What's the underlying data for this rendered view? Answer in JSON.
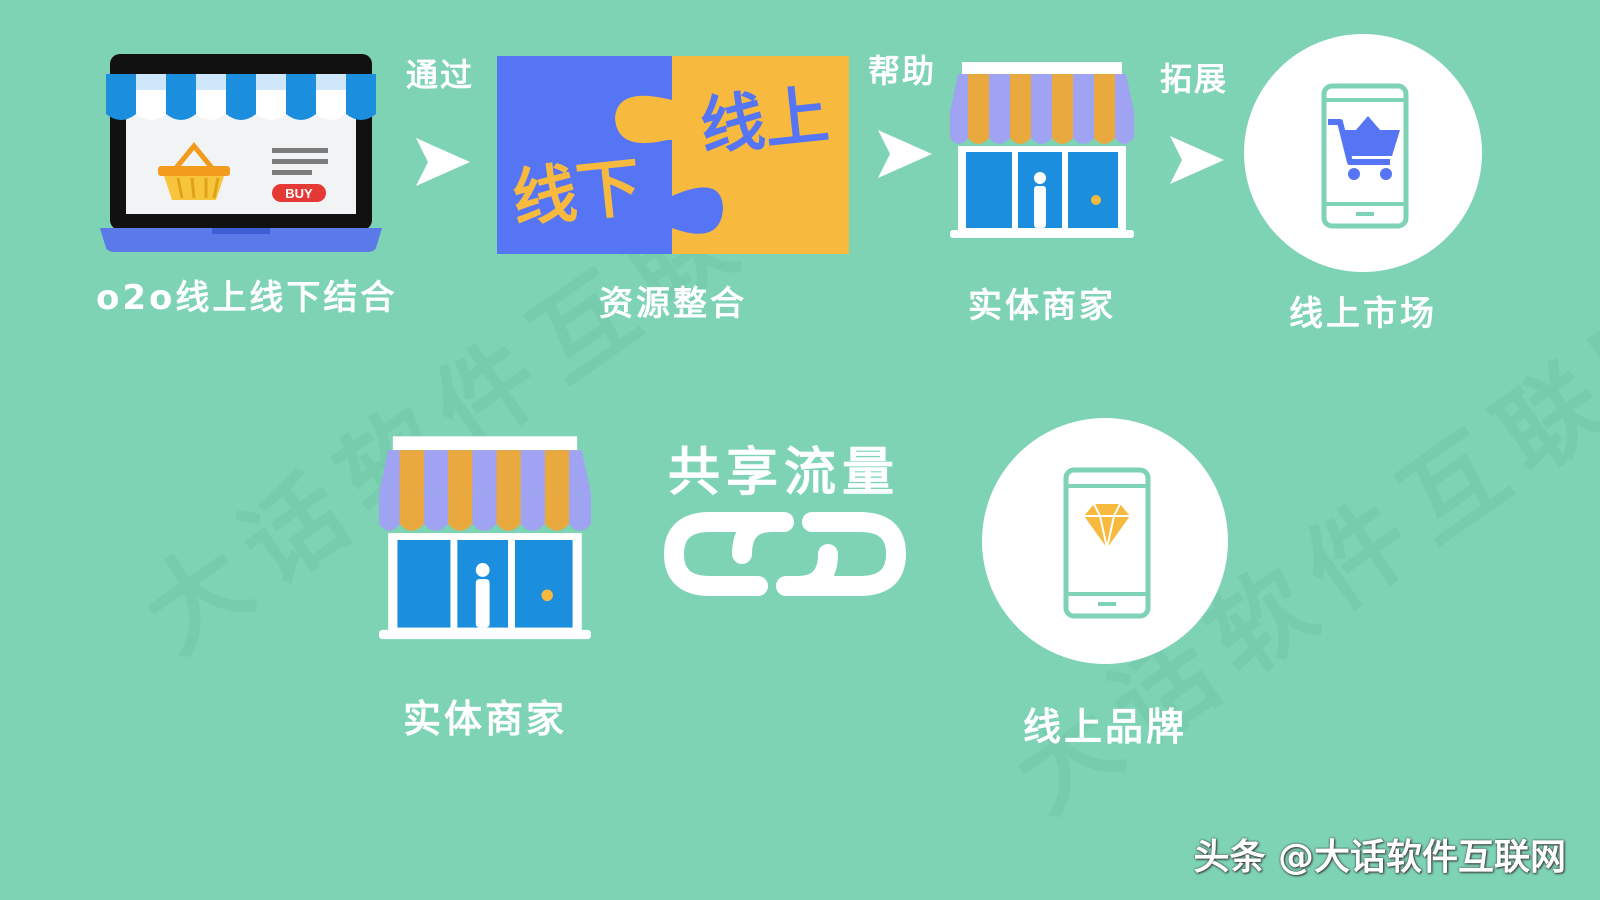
{
  "colors": {
    "background": "#7dd3b4",
    "puzzle_blue": "#5675f5",
    "puzzle_yellow": "#f7b93e",
    "store_blue": "#1b8ede",
    "awning_orange": "#e9a93e",
    "awning_purple": "#a0a3f2",
    "white": "#ffffff"
  },
  "top_flow": {
    "step1": {
      "icon": "laptop-shop-icon",
      "label": "o2o线上线下结合",
      "buy_badge": "BUY"
    },
    "arrow1_label": "通过",
    "step2": {
      "icon": "puzzle-icon",
      "label": "资源整合",
      "piece_left": "线下",
      "piece_right": "线上"
    },
    "arrow2_label": "帮助",
    "step3": {
      "icon": "storefront-icon",
      "label": "实体商家"
    },
    "arrow3_label": "拓展",
    "step4": {
      "icon": "mobile-cart-icon",
      "label": "线上市场"
    }
  },
  "bottom_flow": {
    "left": {
      "icon": "storefront-icon",
      "label": "实体商家"
    },
    "middle": {
      "icon": "chain-link-icon",
      "title": "共享流量"
    },
    "right": {
      "icon": "mobile-diamond-icon",
      "label": "线上品牌"
    }
  },
  "watermark": "大话软件互联网",
  "credit": "头条 @大话软件互联网"
}
